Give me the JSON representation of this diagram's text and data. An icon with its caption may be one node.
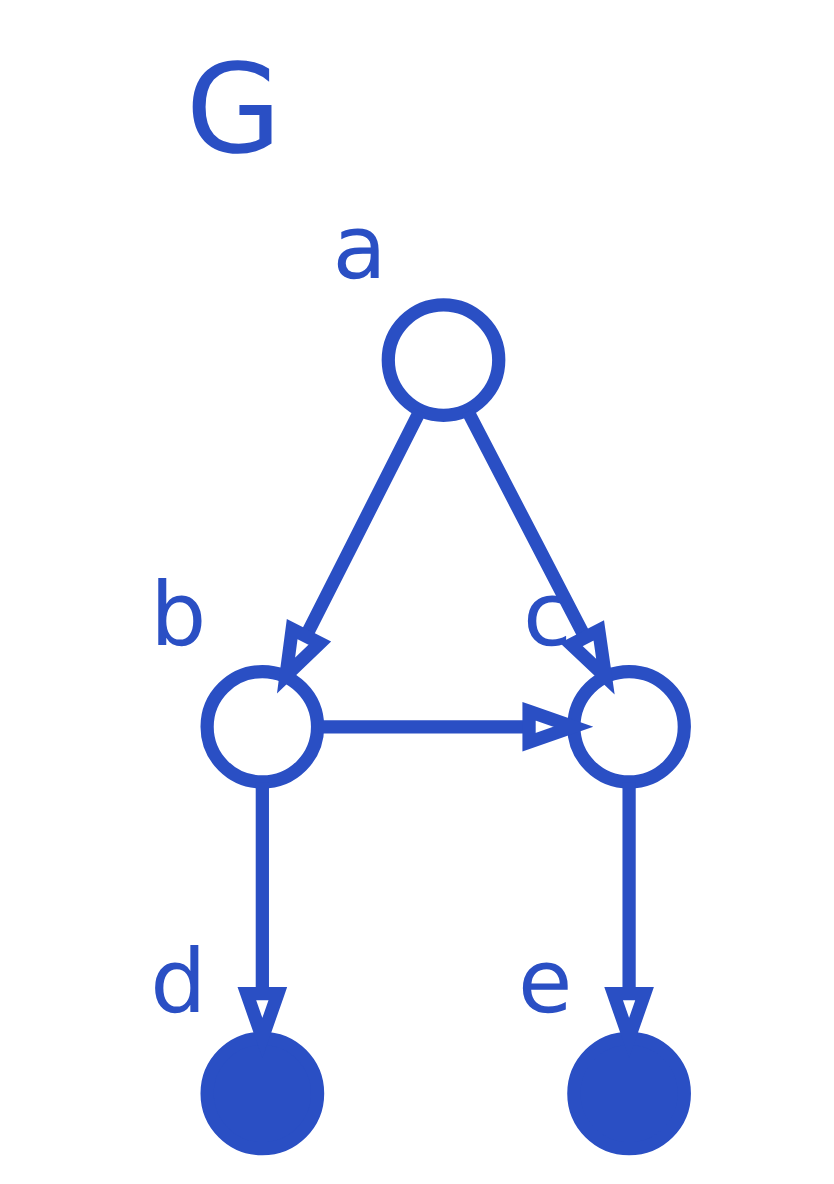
{
  "diagram": {
    "title": "G",
    "nodes": [
      {
        "text": [],
        "shape": "circle",
        "beside": [
          "a"
        ]
      },
      {
        "text": [],
        "shape": "circle",
        "beside": [
          "c"
        ]
      },
      {
        "text": [],
        "shape": "circle",
        "beside": [
          "b"
        ]
      },
      {
        "text": [],
        "shape": "circle",
        "beside": [
          "e"
        ]
      },
      {
        "text": [],
        "shape": "circle",
        "beside": [
          "d"
        ]
      }
    ],
    "edges": [
      {
        "from": 0,
        "to": 1,
        "arrow": "to"
      },
      {
        "from": 0,
        "to": 2,
        "arrow": "to"
      },
      {
        "from": 2,
        "to": 1,
        "arrow": "to"
      },
      {
        "from": 1,
        "to": 3,
        "arrow": "to"
      },
      {
        "from": 2,
        "to": 4,
        "arrow": "to"
      }
    ]
  }
}
